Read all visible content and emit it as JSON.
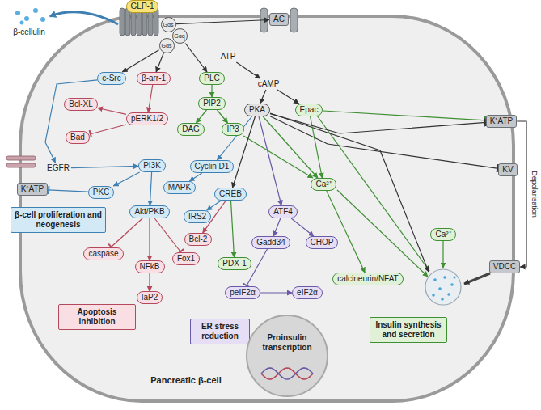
{
  "diagram": {
    "nodes": [
      {
        "text": [
          "Pancreatic β-cell"
        ]
      },
      {
        "text": [
          "GLP-1"
        ]
      },
      {
        "text": [
          "Gαs"
        ]
      },
      {
        "text": [
          "Gαq"
        ]
      },
      {
        "text": [
          "Gαs"
        ]
      },
      {
        "text": [
          "AC"
        ]
      },
      {
        "text": [
          "β-cellulin"
        ]
      },
      {
        "text": [
          "EGFR"
        ]
      },
      {
        "text": [
          "K⁺ATP"
        ]
      },
      {
        "text": [
          "c-Src"
        ],
        "in": 0
      },
      {
        "text": [
          "β-arr-1"
        ],
        "in": 0
      },
      {
        "text": [
          "PLC"
        ],
        "in": 0
      },
      {
        "text": [
          "ATP"
        ],
        "in": 0
      },
      {
        "text": [
          "cAMP"
        ],
        "in": 0
      },
      {
        "text": [
          "Bcl-XL"
        ],
        "in": 0
      },
      {
        "text": [
          "pERK1/2"
        ],
        "in": 0
      },
      {
        "text": [
          "Bad"
        ],
        "in": 0
      },
      {
        "text": [
          "PIP2"
        ],
        "in": 0
      },
      {
        "text": [
          "DAG"
        ],
        "in": 0
      },
      {
        "text": [
          "IP3"
        ],
        "in": 0
      },
      {
        "text": [
          "PKA"
        ],
        "in": 0
      },
      {
        "text": [
          "Epac"
        ],
        "in": 0
      },
      {
        "text": [
          "PI3K"
        ],
        "in": 0
      },
      {
        "text": [
          "PKC"
        ],
        "in": 0
      },
      {
        "text": [
          "Akt/PKB"
        ],
        "in": 0
      },
      {
        "text": [
          "Cyclin D1"
        ],
        "in": 0
      },
      {
        "text": [
          "MAPK"
        ],
        "in": 0
      },
      {
        "text": [
          "CREB"
        ],
        "in": 0
      },
      {
        "text": [
          "IRS2"
        ],
        "in": 0
      },
      {
        "text": [
          "β-cell proliferation and neogenesis"
        ],
        "in": 0
      },
      {
        "text": [
          "ATF4"
        ],
        "in": 0
      },
      {
        "text": [
          "Ca²⁺"
        ],
        "in": 0
      },
      {
        "text": [
          "Bcl-2"
        ],
        "in": 0
      },
      {
        "text": [
          "caspase"
        ],
        "in": 0
      },
      {
        "text": [
          "Fox1"
        ],
        "in": 0
      },
      {
        "text": [
          "NFkB"
        ],
        "in": 0
      },
      {
        "text": [
          "PDX-1"
        ],
        "in": 0
      },
      {
        "text": [
          "Gadd34"
        ],
        "in": 0
      },
      {
        "text": [
          "CHOP"
        ],
        "in": 0
      },
      {
        "text": [
          "IaP2"
        ],
        "in": 0
      },
      {
        "text": [
          "peIF2α"
        ],
        "in": 0
      },
      {
        "text": [
          "eIF2α"
        ],
        "in": 0
      },
      {
        "text": [
          "calcineurin/NFAT"
        ],
        "in": 0
      },
      {
        "text": [
          "Apoptosis inhibition"
        ],
        "in": 0
      },
      {
        "text": [
          "ER stress reduction"
        ],
        "in": 0
      },
      {
        "text": [
          "Proinsulin transcription"
        ],
        "in": 0
      },
      {
        "text": [
          "Insulin synthesis and secretion"
        ],
        "in": 0
      },
      {
        "text": [
          "K⁺ATP"
        ]
      },
      {
        "text": [
          "KV"
        ]
      },
      {
        "text": [
          "Ca²⁺"
        ],
        "in": 0
      },
      {
        "text": [
          "VDCC"
        ]
      }
    ],
    "edges": [
      {
        "from": 2,
        "to": 5,
        "arrow": "to"
      },
      {
        "from": 4,
        "to": 9,
        "arrow": "to"
      },
      {
        "from": 4,
        "to": 10,
        "arrow": "to"
      },
      {
        "from": 3,
        "to": 11,
        "arrow": "to"
      },
      {
        "from": 9,
        "to": 7,
        "arrow": "to"
      },
      {
        "from": 7,
        "to": 22,
        "arrow": "to"
      },
      {
        "from": 12,
        "to": 13,
        "arrow": "to"
      },
      {
        "from": 13,
        "to": 20,
        "arrow": "to"
      },
      {
        "from": 13,
        "to": 21,
        "arrow": "to"
      },
      {
        "from": 10,
        "to": 15,
        "arrow": "to"
      },
      {
        "from": 15,
        "to": 14,
        "arrow": "to"
      },
      {
        "from": 15,
        "to": 16,
        "arrow": "to"
      },
      {
        "from": 11,
        "to": 17,
        "arrow": "to"
      },
      {
        "from": 17,
        "to": 18,
        "arrow": "to"
      },
      {
        "from": 17,
        "to": 19,
        "arrow": "to"
      },
      {
        "from": 19,
        "to": 31,
        "arrow": "to"
      },
      {
        "from": 20,
        "to": 31,
        "arrow": "to"
      },
      {
        "from": 21,
        "to": 31,
        "arrow": "to"
      },
      {
        "from": 20,
        "to": 25,
        "arrow": "to"
      },
      {
        "from": 25,
        "to": 26,
        "arrow": "to"
      },
      {
        "from": 20,
        "to": 27,
        "arrow": "to"
      },
      {
        "from": 20,
        "to": 30,
        "arrow": "to"
      },
      {
        "from": 21,
        "to": 47,
        "arrow": "to"
      },
      {
        "from": 20,
        "to": 47,
        "arrow": "to"
      },
      {
        "from": 20,
        "to": 48,
        "arrow": "to"
      },
      {
        "from": 22,
        "to": 23,
        "arrow": "to"
      },
      {
        "from": 22,
        "to": 24,
        "arrow": "to"
      },
      {
        "from": 23,
        "to": 8,
        "arrow": "to"
      },
      {
        "from": 24,
        "to": 33,
        "arrow": "to"
      },
      {
        "from": 24,
        "to": 35,
        "arrow": "to"
      },
      {
        "from": 24,
        "to": 34,
        "arrow": "to"
      },
      {
        "from": 35,
        "to": 39,
        "arrow": "to"
      },
      {
        "from": 27,
        "to": 28,
        "arrow": "to"
      },
      {
        "from": 27,
        "to": 32,
        "arrow": "to"
      },
      {
        "from": 27,
        "to": 36,
        "arrow": "to"
      },
      {
        "from": 30,
        "to": 37,
        "arrow": "to"
      },
      {
        "from": 30,
        "to": 38,
        "arrow": "to"
      },
      {
        "from": 37,
        "to": 40,
        "arrow": "to"
      },
      {
        "from": 40,
        "to": 41,
        "arrow": "to"
      },
      {
        "from": 31,
        "to": 42,
        "arrow": "to"
      },
      {
        "from": 47,
        "to": 50,
        "label": "Depolarisation",
        "arrow": "to"
      }
    ]
  }
}
